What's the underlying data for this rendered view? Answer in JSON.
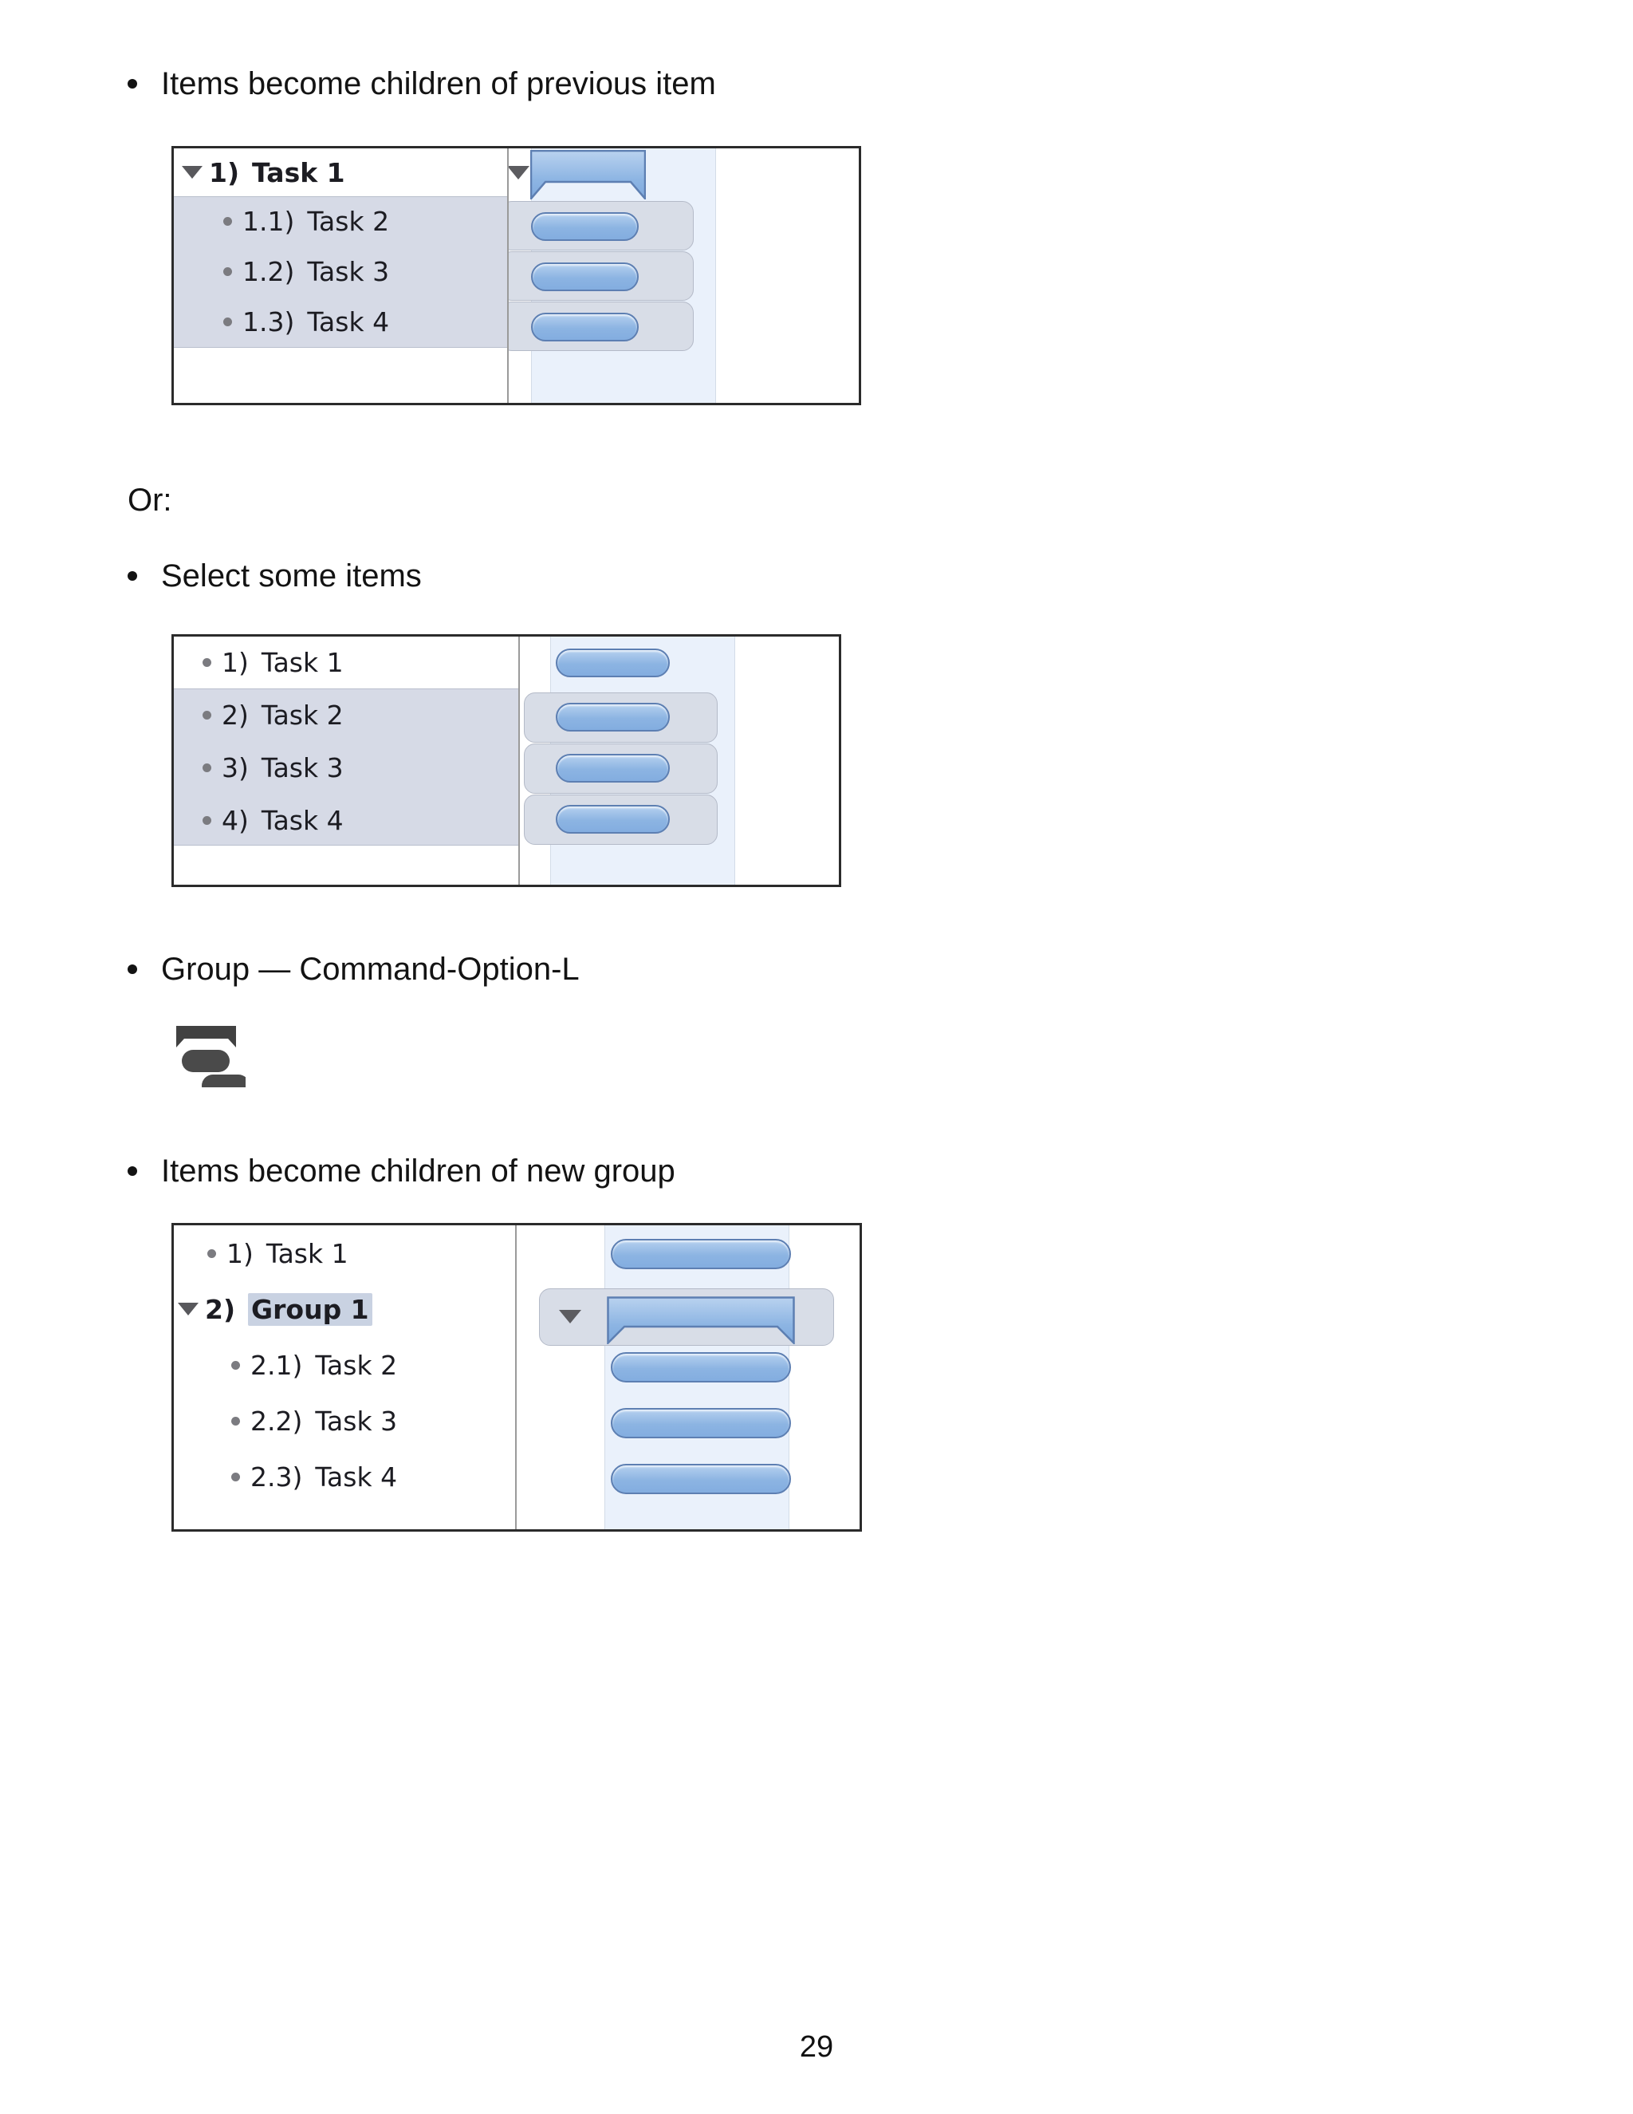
{
  "page": {
    "number": "29"
  },
  "content": {
    "bullet1": "Items become children of previous item",
    "or_label": "Or:",
    "bullet2": "Select some items",
    "bullet3": "Group — Command-Option-L",
    "bullet4": "Items become children of new group"
  },
  "icons": {
    "group_icon": "group-tasks-icon",
    "disclosure_open": "disclosure-triangle-down-icon",
    "row_bullet": "bullet-dot-icon"
  },
  "screenshot1": {
    "name": "outline-gantt-children-of-previous-item",
    "rows": [
      {
        "number": "1)",
        "title": "Task 1",
        "indent": 0,
        "selected": false,
        "disclosure": true,
        "bold": true,
        "bar": "summary"
      },
      {
        "number": "1.1)",
        "title": "Task 2",
        "indent": 1,
        "selected": true,
        "disclosure": false,
        "bold": false,
        "bar": "task"
      },
      {
        "number": "1.2)",
        "title": "Task 3",
        "indent": 1,
        "selected": true,
        "disclosure": false,
        "bold": false,
        "bar": "task"
      },
      {
        "number": "1.3)",
        "title": "Task 4",
        "indent": 1,
        "selected": true,
        "disclosure": false,
        "bold": false,
        "bar": "task"
      }
    ]
  },
  "screenshot2": {
    "name": "outline-gantt-flat-selection",
    "rows": [
      {
        "number": "1)",
        "title": "Task 1",
        "indent": 0,
        "selected": false,
        "disclosure": false,
        "bold": false,
        "bar": "task"
      },
      {
        "number": "2)",
        "title": "Task 2",
        "indent": 0,
        "selected": true,
        "disclosure": false,
        "bold": false,
        "bar": "task"
      },
      {
        "number": "3)",
        "title": "Task 3",
        "indent": 0,
        "selected": true,
        "disclosure": false,
        "bold": false,
        "bar": "task"
      },
      {
        "number": "4)",
        "title": "Task 4",
        "indent": 0,
        "selected": true,
        "disclosure": false,
        "bold": false,
        "bar": "task"
      }
    ]
  },
  "screenshot3": {
    "name": "outline-gantt-children-of-new-group",
    "rows": [
      {
        "number": "1)",
        "title": "Task 1",
        "indent": 0,
        "selected": false,
        "disclosure": false,
        "bold": false,
        "bar": "task",
        "highlighted_text": false
      },
      {
        "number": "2)",
        "title": "Group 1",
        "indent": 0,
        "selected": true,
        "disclosure": true,
        "bold": true,
        "bar": "summary",
        "highlighted_text": true
      },
      {
        "number": "2.1)",
        "title": "Task 2",
        "indent": 1,
        "selected": false,
        "disclosure": false,
        "bold": false,
        "bar": "task",
        "highlighted_text": false
      },
      {
        "number": "2.2)",
        "title": "Task 3",
        "indent": 1,
        "selected": false,
        "disclosure": false,
        "bold": false,
        "bar": "task",
        "highlighted_text": false
      },
      {
        "number": "2.3)",
        "title": "Task 4",
        "indent": 1,
        "selected": false,
        "disclosure": false,
        "bold": false,
        "bar": "task",
        "highlighted_text": false
      }
    ]
  },
  "colors": {
    "bar_fill": "#8cb4e2",
    "bar_border": "#5d7fb2",
    "selection": "#d6dae6",
    "band": "#eaf1fb",
    "frame": "#2b2b2b",
    "icon": "#414141"
  }
}
